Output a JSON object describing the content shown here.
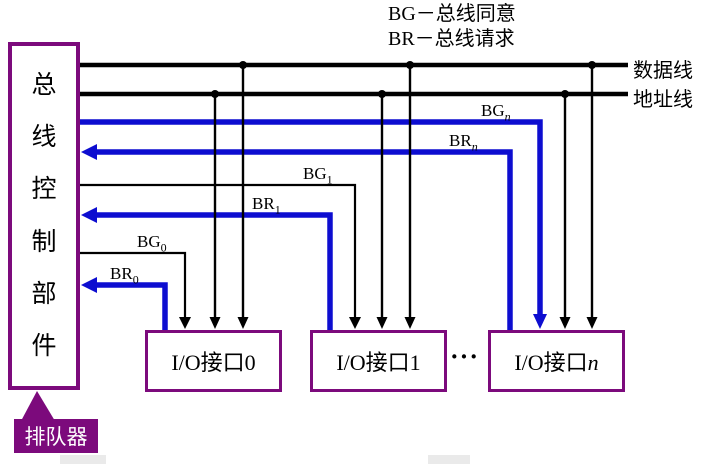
{
  "colors": {
    "purple": "#7c0a7c",
    "blue": "#0d0dd0",
    "wire_black": "#000000"
  },
  "legend": {
    "bg": "BG－总线同意",
    "br": "BR－总线请求"
  },
  "controller": {
    "chars": [
      "总",
      "线",
      "控",
      "制",
      "部",
      "件"
    ]
  },
  "arbiter": {
    "label": "排队器"
  },
  "bus_labels": {
    "data": "数据线",
    "address": "地址线"
  },
  "signals": {
    "bg_n": {
      "base": "BG",
      "sub": "n"
    },
    "br_n": {
      "base": "BR",
      "sub": "n"
    },
    "bg_1": {
      "base": "BG",
      "sub": "1"
    },
    "br_1": {
      "base": "BR",
      "sub": "1"
    },
    "bg_0": {
      "base": "BG",
      "sub": "0"
    },
    "br_0": {
      "base": "BR",
      "sub": "0"
    }
  },
  "interfaces": [
    {
      "prefix": "I/O接口",
      "index": "0"
    },
    {
      "prefix": "I/O接口",
      "index": "1"
    },
    {
      "prefix": "I/O接口",
      "index": "n"
    }
  ],
  "ellipsis": "···"
}
